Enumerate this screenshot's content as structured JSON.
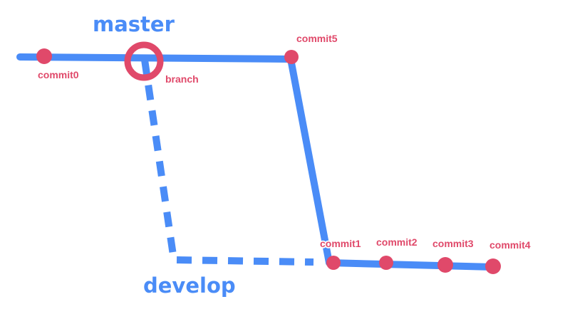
{
  "colors": {
    "line": "#4a8cf7",
    "node": "#e0496a",
    "branch_point_ring": "#e0496a"
  },
  "branches": {
    "master": "master",
    "develop": "develop"
  },
  "nodes": {
    "commit0": "commit0",
    "branch": "branch",
    "commit1": "commit1",
    "commit2": "commit2",
    "commit3": "commit3",
    "commit4": "commit4",
    "commit5": "commit5"
  }
}
